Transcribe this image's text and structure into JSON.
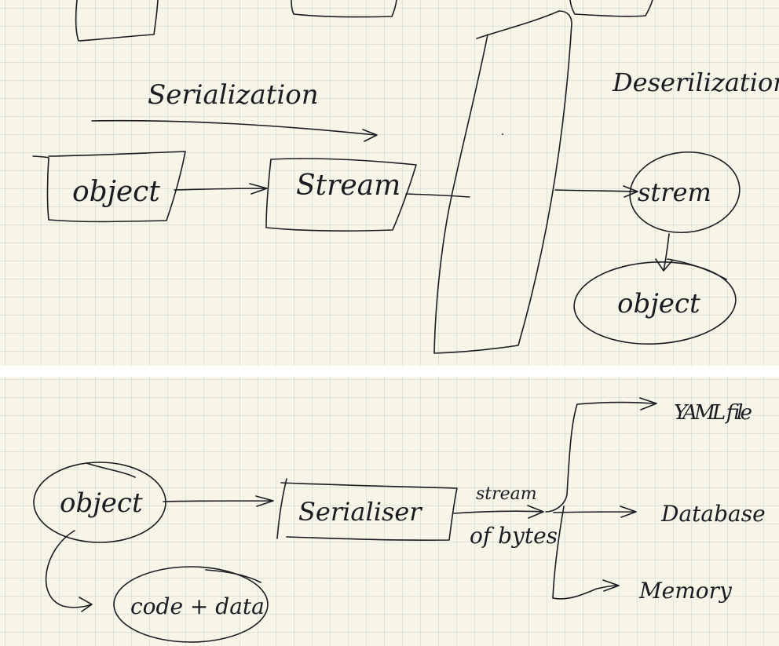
{
  "serialization_page": {
    "serialization_heading": "Serialization",
    "deserialization_heading": "Deserilization",
    "object_box": "object",
    "stream_box": "Stream",
    "stream_ellipse": "strem",
    "object_ellipse": "object"
  },
  "serializer_page": {
    "object_ellipse": "object",
    "code_data_ellipse": "code + data",
    "serializer_box": "Serialiser",
    "stream_label": "stream",
    "of_bytes_label": "of bytes",
    "destinations": [
      "YAML file",
      "Database",
      "Memory"
    ]
  },
  "colors": {
    "paper": "#f6f5e8",
    "ink": "#1b1b22",
    "grid": "#b4c8cd"
  }
}
